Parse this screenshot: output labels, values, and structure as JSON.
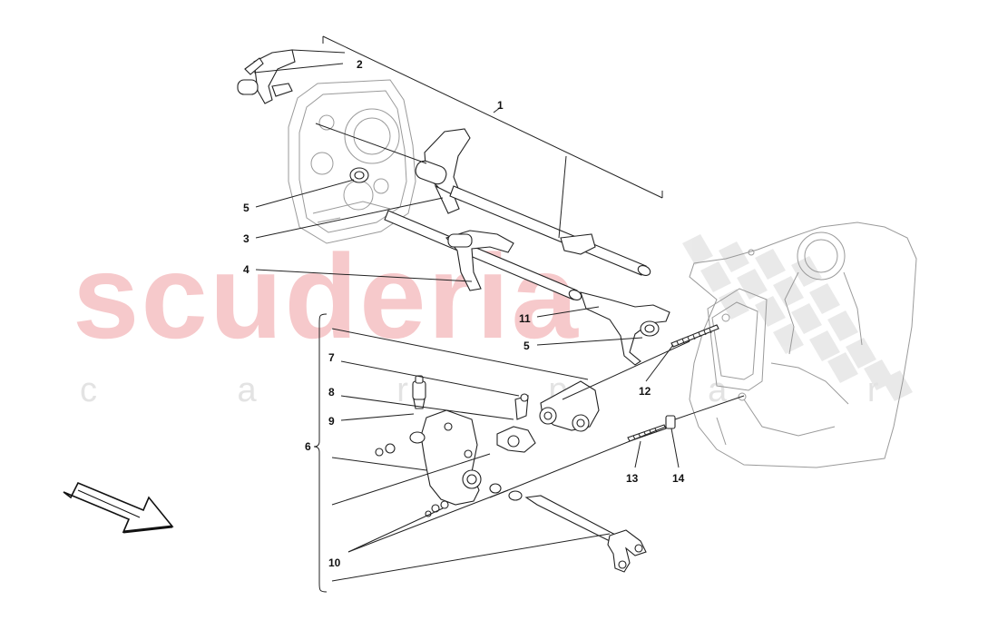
{
  "watermark": {
    "main": "scuderia",
    "sub": "c a r p a r t s"
  },
  "callouts": [
    {
      "id": "1",
      "label": "1"
    },
    {
      "id": "2",
      "label": "2"
    },
    {
      "id": "3",
      "label": "3"
    },
    {
      "id": "4",
      "label": "4"
    },
    {
      "id": "5a",
      "label": "5"
    },
    {
      "id": "5b",
      "label": "5"
    },
    {
      "id": "6",
      "label": "6"
    },
    {
      "id": "7",
      "label": "7"
    },
    {
      "id": "8",
      "label": "8"
    },
    {
      "id": "9",
      "label": "9"
    },
    {
      "id": "10",
      "label": "10"
    },
    {
      "id": "11",
      "label": "11"
    },
    {
      "id": "12",
      "label": "12"
    },
    {
      "id": "13",
      "label": "13"
    },
    {
      "id": "14",
      "label": "14"
    }
  ],
  "icons": {
    "direction_arrow": "front-direction-arrow-icon",
    "checkered_flag": "checkered-flag-icon"
  },
  "colors": {
    "watermark_main": "#f6c9cb",
    "watermark_sub": "#e3e3e3",
    "linework": "#222222"
  }
}
